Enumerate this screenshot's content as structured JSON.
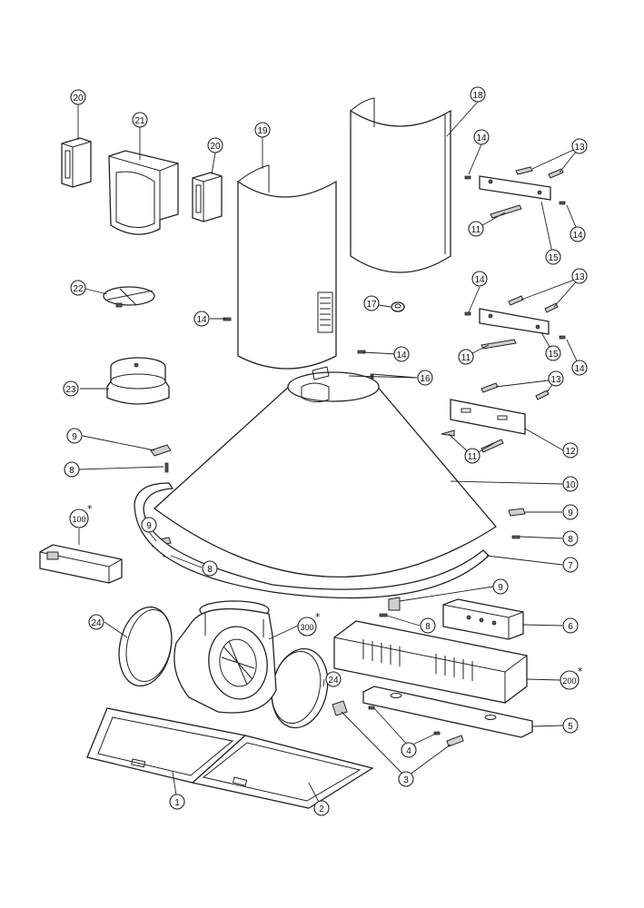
{
  "callouts": {
    "c20a": "20",
    "c21": "21",
    "c20b": "20",
    "c19": "19",
    "c18": "18",
    "c14a": "14",
    "c13a": "13",
    "c11a": "11",
    "c14b": "14",
    "c15a": "15",
    "c22": "22",
    "c14c": "14",
    "c17": "17",
    "c14d": "14",
    "c13b": "13",
    "c11b": "11",
    "c15b": "15",
    "c14e": "14",
    "c14f": "14",
    "c16": "16",
    "c23": "23",
    "c13c": "13",
    "c12": "12",
    "c11c": "11",
    "c9a": "9",
    "c8a": "8",
    "c10": "10",
    "c9b": "9",
    "c8b": "8",
    "c100": "100",
    "c9c": "9",
    "c8c": "8",
    "c7": "7",
    "c9d": "9",
    "c6": "6",
    "c24a": "24",
    "c300": "300",
    "c8d": "8",
    "c200": "200",
    "c24b": "24",
    "c5": "5",
    "c4": "4",
    "c3": "3",
    "c1": "1",
    "c2": "2"
  },
  "asterisk": "*"
}
